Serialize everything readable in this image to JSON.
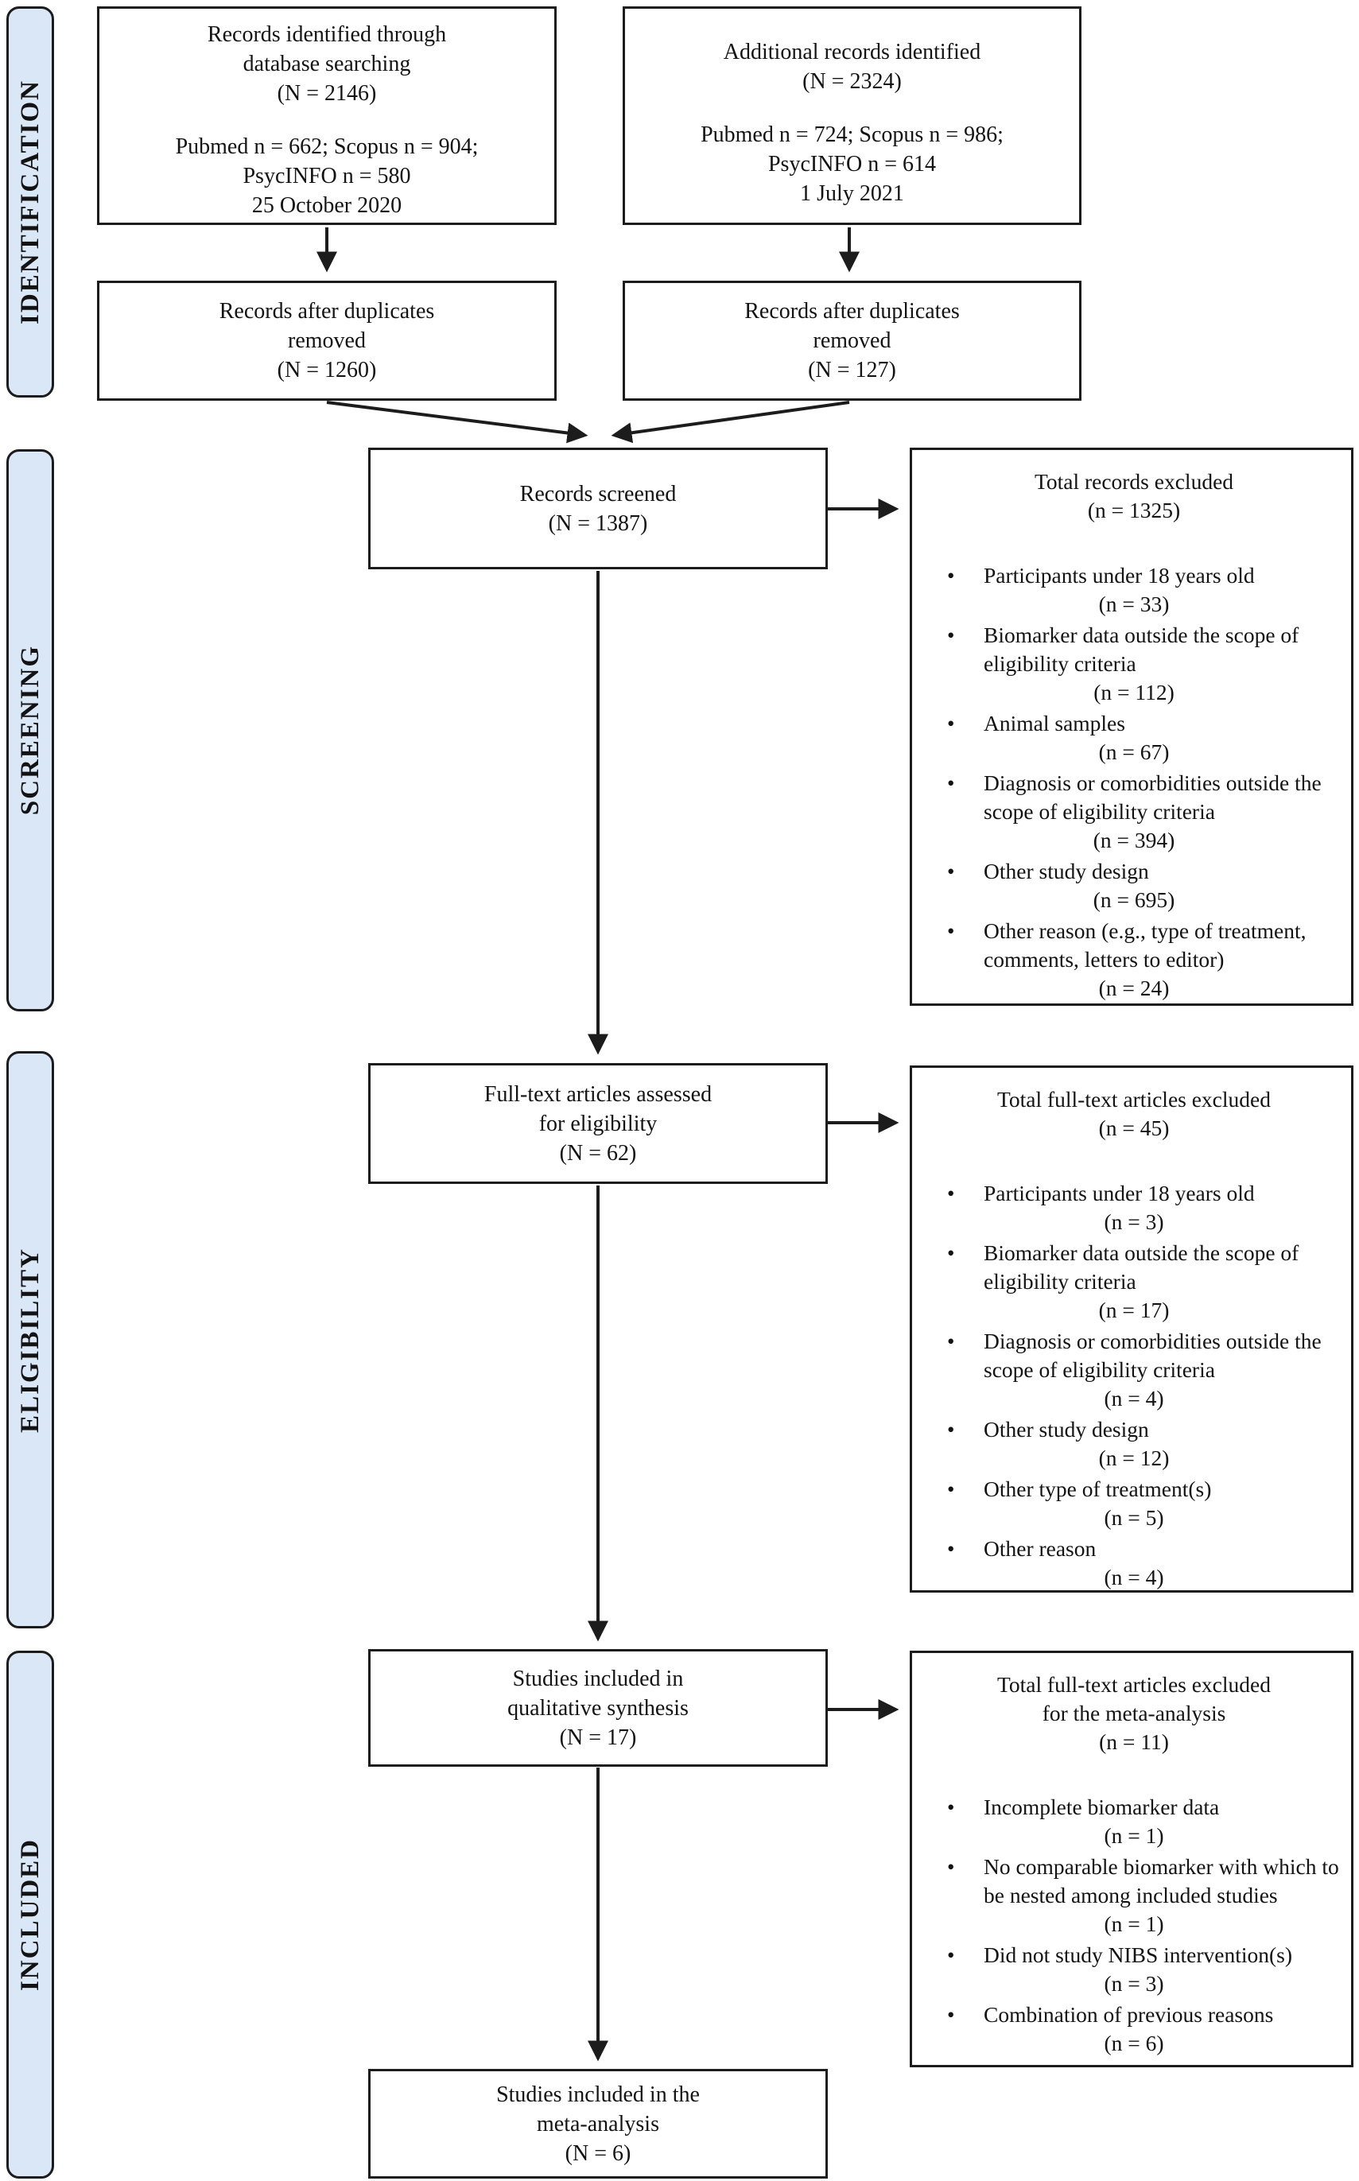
{
  "diagram": {
    "stages": [
      {
        "label": "IDENTIFICATION"
      },
      {
        "label": "SCREENING"
      },
      {
        "label": "ELIGIBILITY"
      },
      {
        "label": "INCLUDED"
      }
    ],
    "colors": {
      "stage_fill": "#d9e7f6",
      "line": "#1c1c1c",
      "background": "#ffffff"
    }
  },
  "boxes": {
    "db_search": {
      "l1": "Records identified through",
      "l2": "database searching",
      "l3": "(N = 2146)",
      "s1": "Pubmed n = 662; Scopus n = 904;",
      "s2": "PsycINFO n = 580",
      "s3": "25 October 2020"
    },
    "additional": {
      "l1": "Additional records identified",
      "l2": "(N = 2324)",
      "s1": "Pubmed n = 724; Scopus n = 986;",
      "s2": "PsycINFO n = 614",
      "s3": "1 July 2021"
    },
    "dup_left": {
      "l1": "Records after duplicates",
      "l2": "removed",
      "l3": "(N = 1260)"
    },
    "dup_right": {
      "l1": "Records after duplicates",
      "l2": "removed",
      "l3": "(N = 127)"
    },
    "screened": {
      "l1": "Records screened",
      "l2": "(N = 1387)"
    },
    "excl_screening": {
      "t1": "Total records excluded",
      "t2": "(n = 1325)",
      "items": [
        {
          "text": "Participants under 18 years old",
          "n": "(n = 33)"
        },
        {
          "text": "Biomarker data outside the scope of eligibility criteria",
          "n": "(n = 112)"
        },
        {
          "text": "Animal samples",
          "n": "(n = 67)"
        },
        {
          "text": "Diagnosis or comorbidities outside the scope of eligibility criteria",
          "n": "(n = 394)"
        },
        {
          "text": "Other study design",
          "n": "(n = 695)"
        },
        {
          "text": "Other reason (e.g., type of treatment, comments, letters to editor)",
          "n": "(n = 24)"
        }
      ]
    },
    "fulltext": {
      "l1": "Full-text articles assessed",
      "l2": "for eligibility",
      "l3": "(N = 62)"
    },
    "excl_eligibility": {
      "t1": "Total full-text articles excluded",
      "t2": "(n = 45)",
      "items": [
        {
          "text": "Participants under 18 years old",
          "n": "(n = 3)"
        },
        {
          "text": "Biomarker data outside the scope of eligibility criteria",
          "n": "(n = 17)"
        },
        {
          "text": "Diagnosis or comorbidities outside the scope of eligibility criteria",
          "n": "(n = 4)"
        },
        {
          "text": "Other study design",
          "n": "(n = 12)"
        },
        {
          "text": "Other type of treatment(s)",
          "n": "(n = 5)"
        },
        {
          "text": "Other reason",
          "n": "(n = 4)"
        }
      ]
    },
    "qualitative": {
      "l1": "Studies included in",
      "l2": "qualitative synthesis",
      "l3": "(N = 17)"
    },
    "excl_meta": {
      "t1": "Total full-text articles excluded",
      "t2": "for the meta-analysis",
      "t3": "(n = 11)",
      "items": [
        {
          "text": "Incomplete biomarker data",
          "n": "(n = 1)"
        },
        {
          "text": "No comparable biomarker with which to be nested among included studies",
          "n": "(n = 1)"
        },
        {
          "text": "Did not study NIBS intervention(s)",
          "n": "(n = 3)"
        },
        {
          "text": "Combination of previous reasons",
          "n": "(n = 6)"
        }
      ]
    },
    "meta": {
      "l1": "Studies included in the",
      "l2": "meta-analysis",
      "l3": "(N = 6)"
    }
  }
}
